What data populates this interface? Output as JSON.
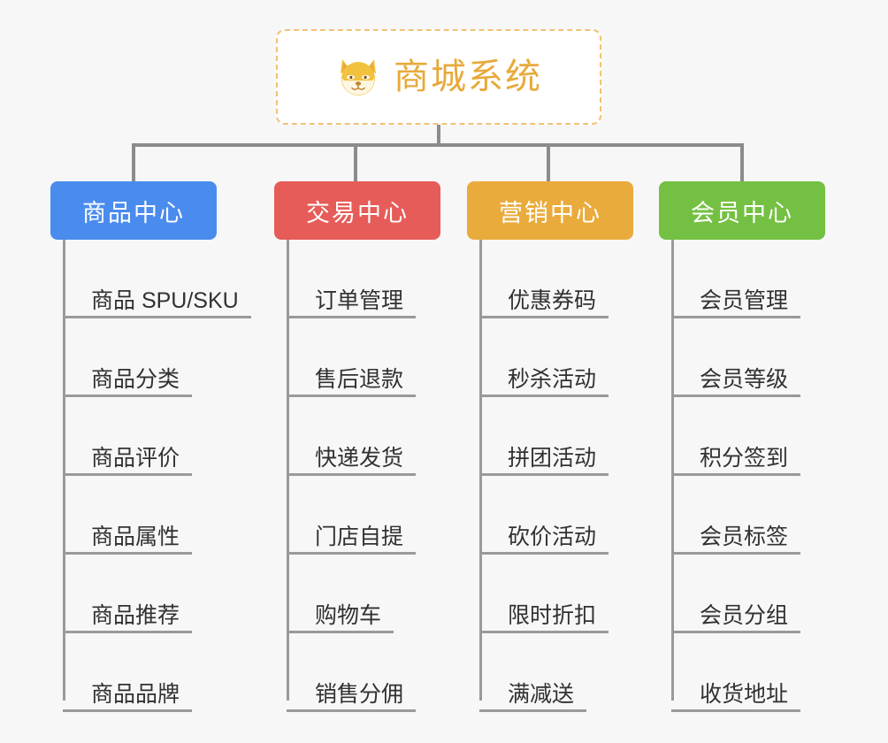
{
  "page": {
    "background_color": "#f7f7f7",
    "type": "organization-tree-diagram",
    "connector_color": "#8c8c8c",
    "leaf_line_color": "#9a9a9a"
  },
  "root": {
    "title": "商城系统",
    "icon": "shiba-dog-icon",
    "text_color": "#e8a93a",
    "border_color": "#f0c274",
    "background_color": "#ffffff"
  },
  "categories": [
    {
      "label": "商品中心",
      "color": "#4a8cee",
      "items": [
        "商品 SPU/SKU",
        "商品分类",
        "商品评价",
        "商品属性",
        "商品推荐",
        "商品品牌"
      ]
    },
    {
      "label": "交易中心",
      "color": "#e65c59",
      "items": [
        "订单管理",
        "售后退款",
        "快递发货",
        "门店自提",
        "购物车",
        "销售分佣"
      ]
    },
    {
      "label": "营销中心",
      "color": "#eaab3d",
      "items": [
        "优惠券码",
        "秒杀活动",
        "拼团活动",
        "砍价活动",
        "限时折扣",
        "满减送"
      ]
    },
    {
      "label": "会员中心",
      "color": "#74c043",
      "items": [
        "会员管理",
        "会员等级",
        "积分签到",
        "会员标签",
        "会员分组",
        "收货地址"
      ]
    }
  ]
}
